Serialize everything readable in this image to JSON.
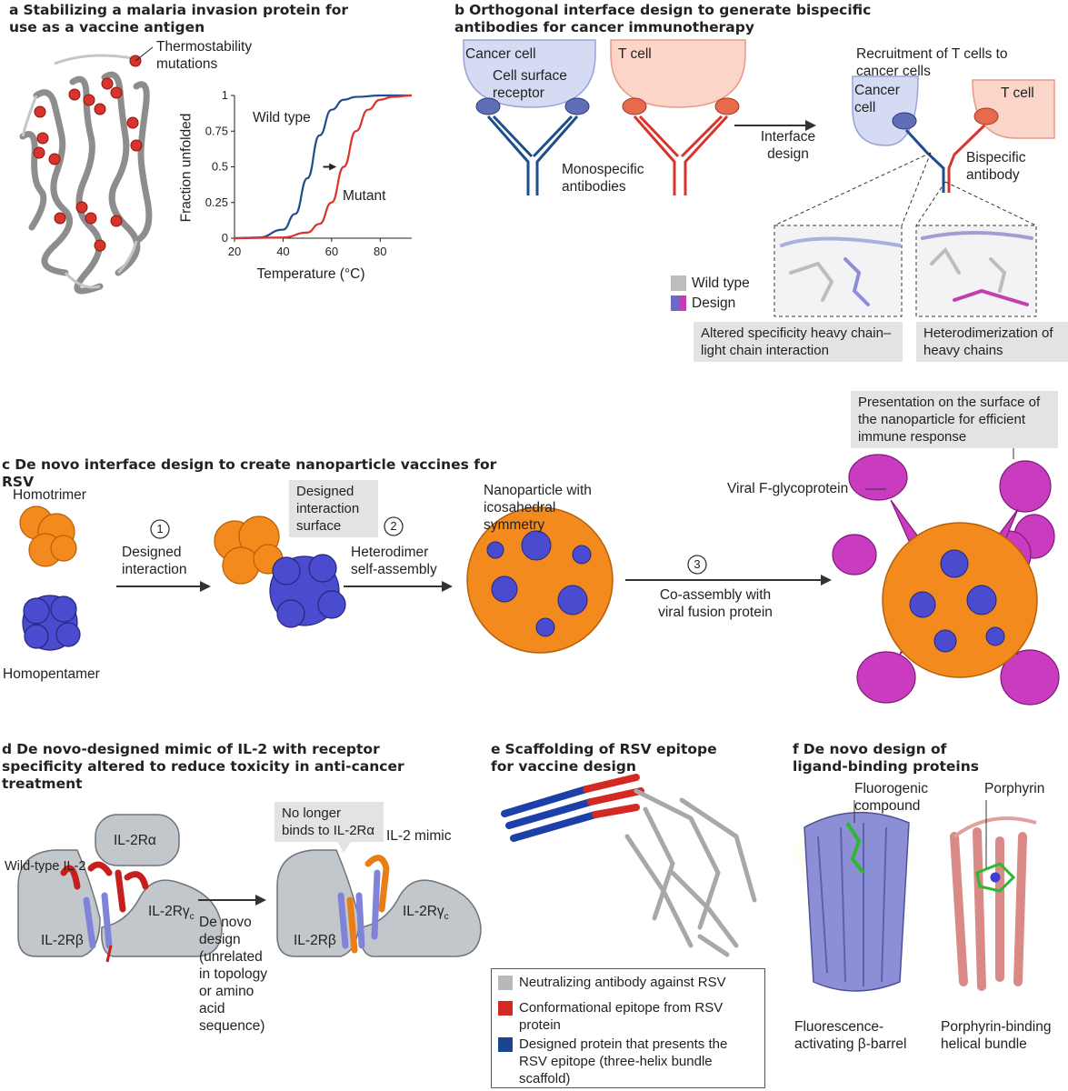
{
  "panels": {
    "a": {
      "letter": "a",
      "title": "Stabilizing a malaria invasion protein for use as a vaccine antigen",
      "thermo_label": "Thermostability mutations",
      "chart_data": {
        "type": "line",
        "xlabel": "Temperature (°C)",
        "ylabel": "Fraction unfolded",
        "xlim": [
          20,
          93
        ],
        "ylim": [
          0,
          1
        ],
        "x_ticks": [
          "20",
          "40",
          "60",
          "80"
        ],
        "y_ticks": [
          "0",
          "0.25",
          "0.5",
          "0.75",
          "1"
        ],
        "series": [
          {
            "name": "Wild type",
            "color": "#1f4e8c",
            "x": [
              20,
              30,
              40,
              45,
              50,
              55,
              60,
              65,
              70,
              80,
              93
            ],
            "y": [
              0,
              0.005,
              0.06,
              0.17,
              0.42,
              0.72,
              0.9,
              0.97,
              0.99,
              1,
              1
            ]
          },
          {
            "name": "Mutant",
            "color": "#d9342b",
            "x": [
              20,
              40,
              50,
              55,
              60,
              65,
              70,
              75,
              80,
              85,
              93
            ],
            "y": [
              0,
              0.005,
              0.04,
              0.1,
              0.25,
              0.5,
              0.75,
              0.9,
              0.97,
              0.99,
              1
            ]
          }
        ]
      }
    },
    "b": {
      "letter": "b",
      "title": "Orthogonal interface design to generate bispecific antibodies for cancer immunotherapy",
      "cancer_cell": "Cancer cell",
      "receptor": "Cell surface receptor",
      "t_cell": "T cell",
      "monospecific": "Monospecific antibodies",
      "interface_design": "Interface design",
      "recruitment": "Recruitment of T cells to cancer cells",
      "cancer_cell2": "Cancer cell",
      "t_cell2": "T cell",
      "bispecific": "Bispecific antibody",
      "legend_wild": "Wild type",
      "legend_design": "Design",
      "altered": "Altered specificity heavy chain–light chain interaction",
      "heterodimer": "Heterodimerization of heavy chains"
    },
    "c": {
      "letter": "c",
      "title": "De novo interface design to create nanoparticle vaccines for RSV",
      "homotrimer": "Homotrimer",
      "homopentamer": "Homopentamer",
      "step1_num": "1",
      "step1": "Designed interaction",
      "surface": "Designed interaction surface",
      "step2_num": "2",
      "step2": "Heterodimer self-assembly",
      "nanoparticle": "Nanoparticle with icosahedral symmetry",
      "step3_num": "3",
      "step3": "Co-assembly with viral fusion protein",
      "viral_f": "Viral F-glycoprotein",
      "presentation": "Presentation on the surface of the nanoparticle for efficient immune response"
    },
    "d": {
      "letter": "d",
      "title": "De novo-designed mimic of IL-2 with receptor specificity altered to reduce toxicity in anti-cancer treatment",
      "il2ra": "IL-2Rα",
      "wild_il2": "Wild-type IL-2",
      "il2rb": "IL-2Rβ",
      "il2rg": "IL-2Rγ",
      "il2rg_sub": "c",
      "de_novo": "De novo design (unrelated in topology or amino acid sequence)",
      "no_longer": "No longer binds to IL-2Rα",
      "mimic": "IL-2 mimic",
      "il2rb2": "IL-2Rβ",
      "il2rg2": "IL-2Rγ",
      "il2rg2_sub": "c"
    },
    "e": {
      "letter": "e",
      "title": "Scaffolding of RSV epitope for vaccine design",
      "legend": [
        {
          "text": "Neutralizing antibody against RSV",
          "color": "#b8b8b8"
        },
        {
          "text": "Conformational epitope from RSV protein",
          "color": "#d22a22"
        },
        {
          "text": "Designed protein that presents the RSV epitope (three-helix bundle scaffold)",
          "color": "#17458f"
        }
      ]
    },
    "f": {
      "letter": "f",
      "title": "De novo design of ligand-binding proteins",
      "fluorogenic": "Fluorogenic compound",
      "barrel": "Fluorescence-activating β-barrel",
      "porphyrin": "Porphyrin",
      "bundle": "Porphyrin-binding helical bundle"
    }
  }
}
